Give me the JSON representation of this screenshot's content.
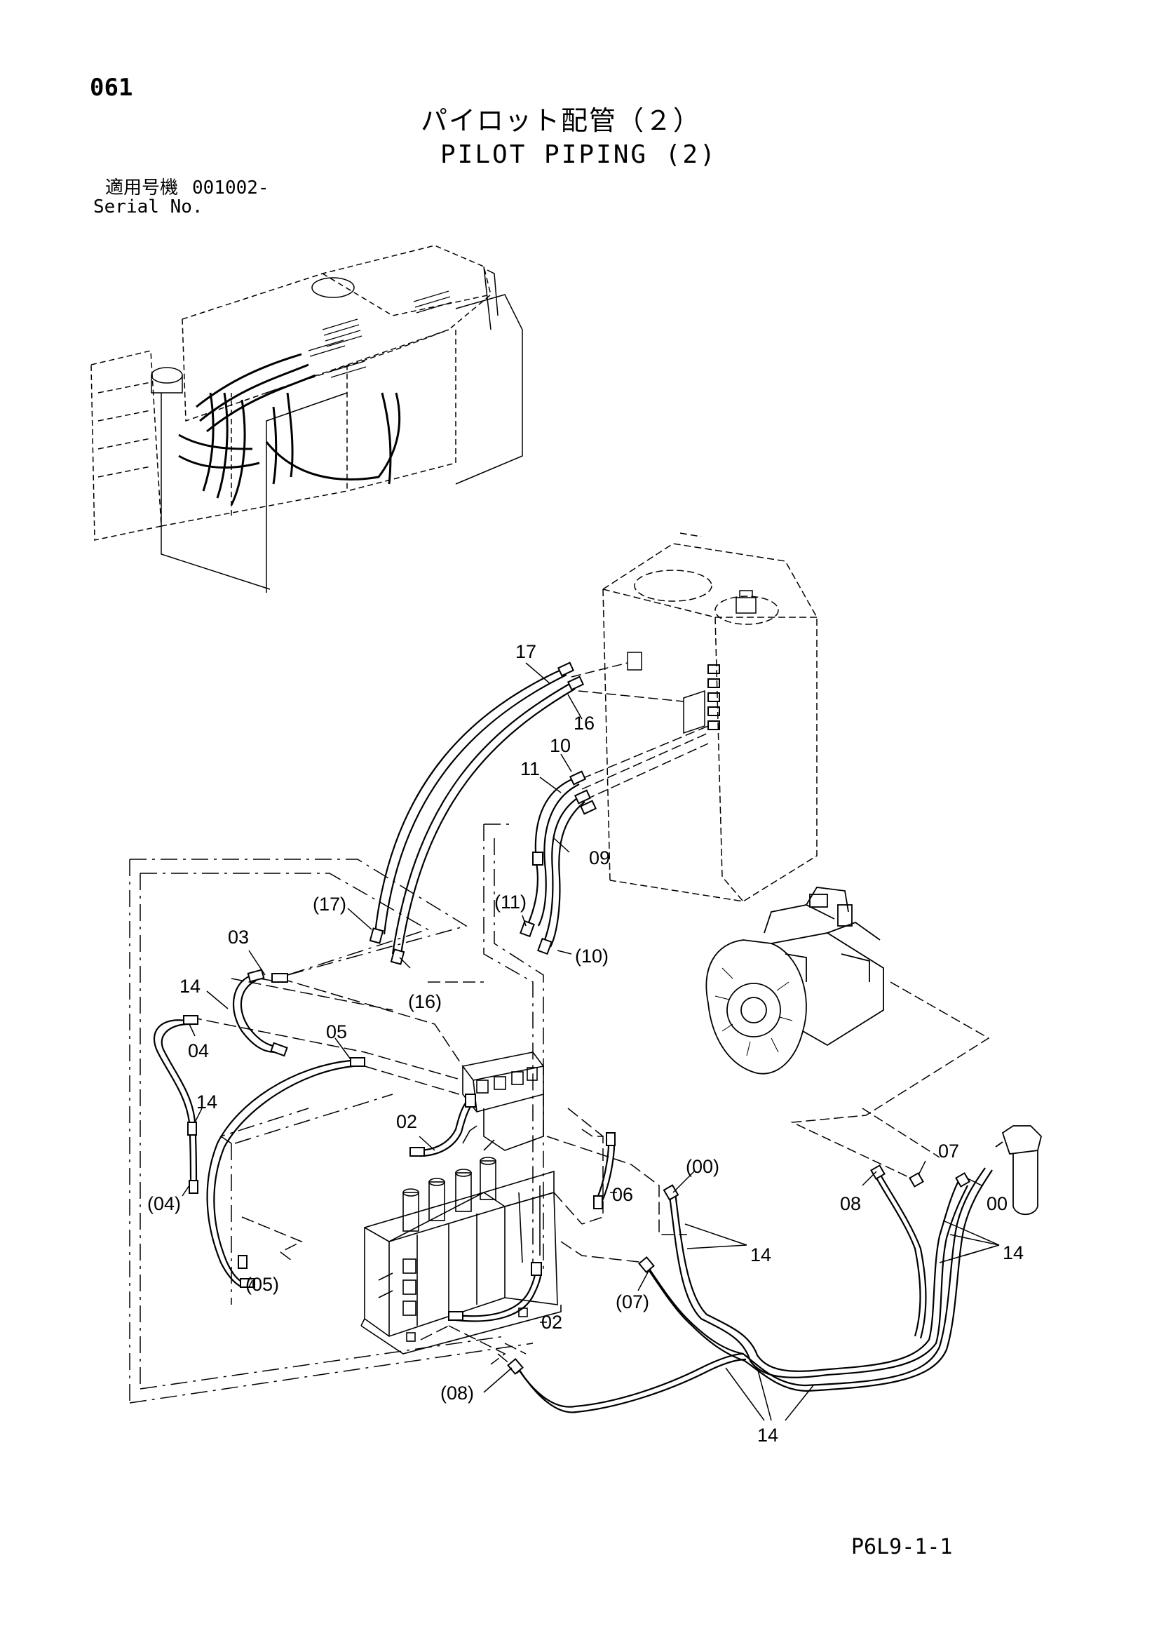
{
  "header": {
    "page_no": "061",
    "title_jp": "パイロット配管（２）",
    "title_en": "PILOT PIPING (2)",
    "serial_label_jp": "適用号機",
    "serial_value": "001002-",
    "serial_label_en": "Serial No."
  },
  "footer": {
    "doc_code": "P6L9-1-1"
  },
  "callouts": {
    "c17": "17",
    "c16": "16",
    "c10": "10",
    "c11": "11",
    "c09": "09",
    "c17p": "(17)",
    "c16p": "(16)",
    "c11p": "(11)",
    "c10p": "(10)",
    "c03": "03",
    "c14a": "14",
    "c04": "04",
    "c05": "05",
    "c14b": "14",
    "c02a": "02",
    "c04p": "(04)",
    "c05p": "(05)",
    "c06": "06",
    "c00p": "(00)",
    "c14c": "14",
    "c07p": "(07)",
    "c02b": "02",
    "c08p": "(08)",
    "c14d": "14",
    "c08": "08",
    "c07": "07",
    "c00": "00",
    "c14e": "14"
  }
}
